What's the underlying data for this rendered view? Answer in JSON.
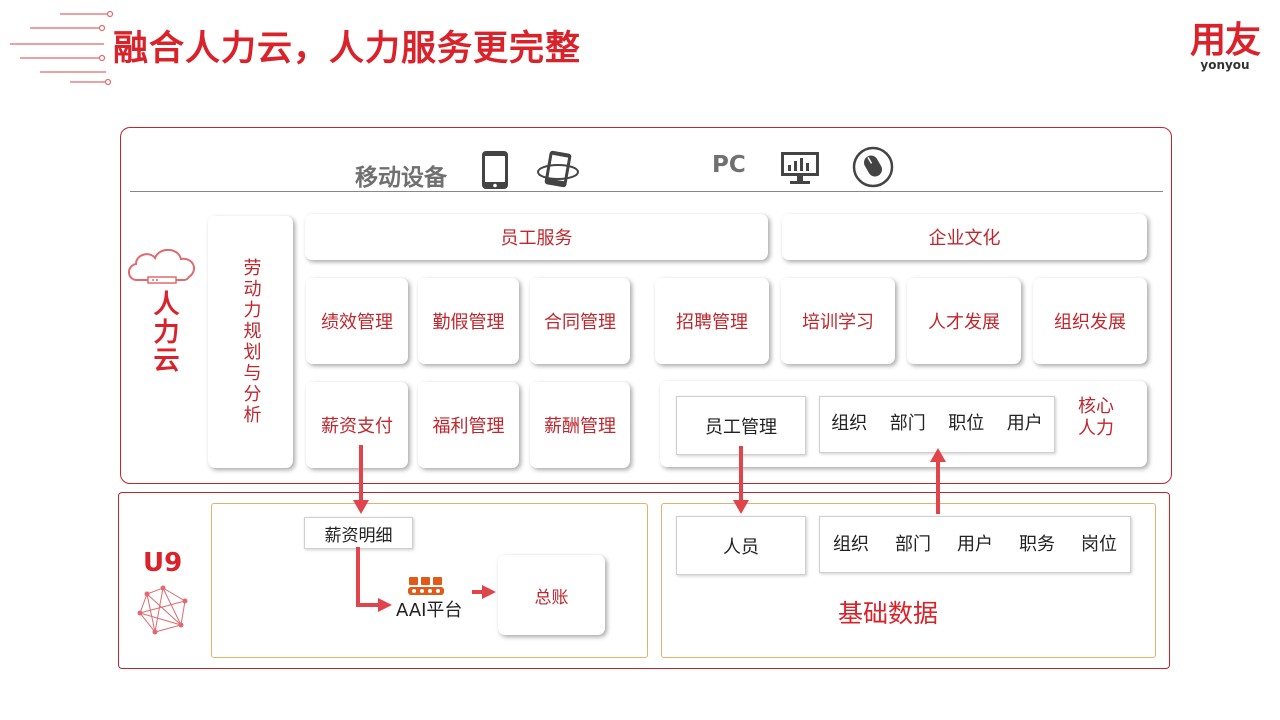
{
  "page": {
    "title": "融合人力云，人力服务更完整"
  },
  "brand": {
    "logo_cn": "用友",
    "logo_en": "yonyou"
  },
  "devices": {
    "mobile_label": "移动设备",
    "pc_label": "PC"
  },
  "hr_cloud": {
    "label": "人力云",
    "planning_label": "劳动力规划与分析",
    "header_employee_service": "员工服务",
    "header_corporate_culture": "企业文化",
    "modules_row1_left": [
      "绩效管理",
      "勤假管理",
      "合同管理"
    ],
    "modules_row1_right": [
      "招聘管理",
      "培训学习",
      "人才发展",
      "组织发展"
    ],
    "modules_row2_left": [
      "薪资支付",
      "福利管理",
      "薪酬管理"
    ],
    "core": {
      "employee_mgmt": "员工管理",
      "org_items": [
        "组织",
        "部门",
        "职位",
        "用户"
      ],
      "label_line1": "核心",
      "label_line2": "人力"
    }
  },
  "u9": {
    "label": "U9",
    "salary_detail": "薪资明细",
    "aai_platform": "AAI平台",
    "general_ledger": "总账",
    "personnel": "人员",
    "base_items": [
      "组织",
      "部门",
      "用户",
      "职务",
      "岗位"
    ],
    "base_data_label": "基础数据"
  },
  "colors": {
    "brand_red": "#d9222a",
    "frame_red": "#c0272d",
    "arrow_red": "#e0454c",
    "inner_frame": "#e3b26b"
  }
}
